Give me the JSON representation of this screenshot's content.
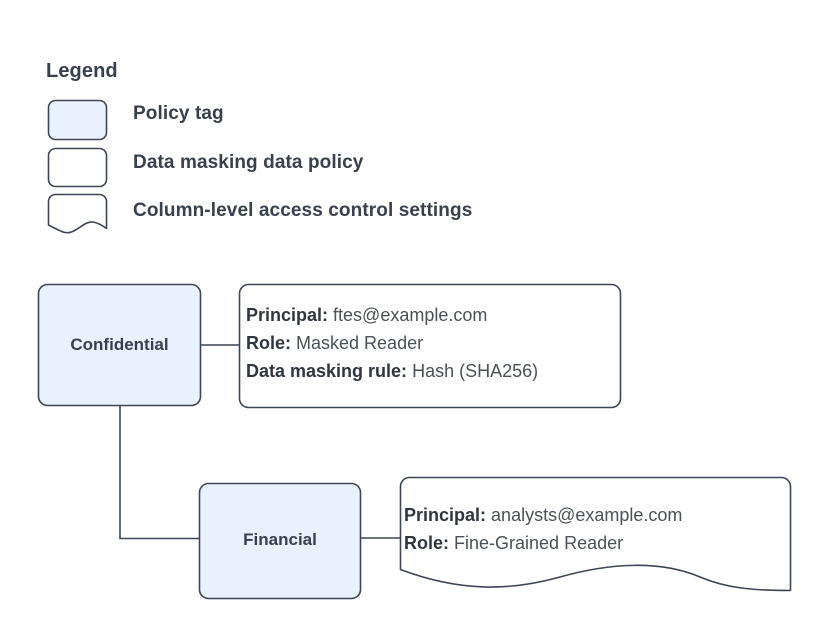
{
  "legend": {
    "title": "Legend",
    "items": [
      {
        "label": "Policy tag",
        "swatch": "rounded-rect-filled",
        "fill": "#e9f1fd",
        "stroke": "#3d4656"
      },
      {
        "label": "Data masking data policy",
        "swatch": "rounded-rect-outline",
        "fill": "#ffffff",
        "stroke": "#3d4656"
      },
      {
        "label": "Column-level access control settings",
        "swatch": "document-wavy-bottom",
        "fill": "#ffffff",
        "stroke": "#3d4656"
      }
    ]
  },
  "diagram": {
    "nodes": [
      {
        "id": "confidential",
        "label": "Confidential",
        "shape": "rounded-rect",
        "fill": "#e9f1fd",
        "stroke": "#3d4656"
      },
      {
        "id": "financial",
        "label": "Financial",
        "shape": "rounded-rect",
        "fill": "#e9f1fd",
        "stroke": "#3d4656"
      }
    ],
    "panels": [
      {
        "id": "confidential-policy",
        "shape": "rounded-rect",
        "fill": "#ffffff",
        "stroke": "#3d4656",
        "lines": [
          {
            "key": "Principal:",
            "value": "ftes@example.com"
          },
          {
            "key": "Role:",
            "value": "Masked Reader"
          },
          {
            "key": "Data masking rule:",
            "value": "Hash (SHA256)"
          }
        ]
      },
      {
        "id": "financial-access",
        "shape": "document-wavy-bottom",
        "fill": "#ffffff",
        "stroke": "#3d4656",
        "lines": [
          {
            "key": "Principal:",
            "value": "analysts@example.com"
          },
          {
            "key": "Role:",
            "value": "Fine-Grained Reader"
          }
        ]
      }
    ],
    "edges": [
      {
        "id": "confidential-to-policy",
        "from": "confidential",
        "to": "confidential-policy"
      },
      {
        "id": "confidential-to-financial",
        "from": "confidential",
        "to": "financial"
      },
      {
        "id": "financial-to-access",
        "from": "financial",
        "to": "financial-access"
      }
    ]
  },
  "colors": {
    "node_fill": "#e9f1fd",
    "stroke": "#3d4656",
    "text": "#39404d",
    "value_text": "#4a5159",
    "background": "#ffffff"
  }
}
